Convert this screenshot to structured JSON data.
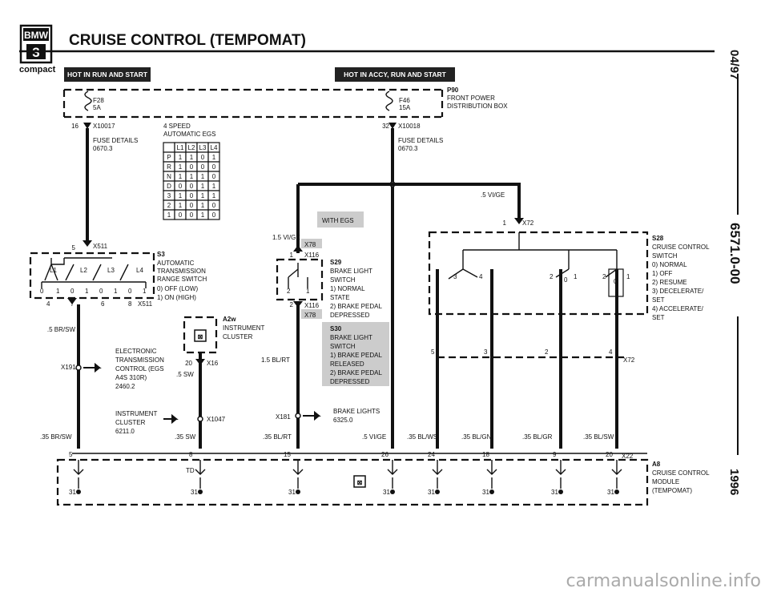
{
  "header": {
    "logo_line1": "BMW",
    "logo_line2": "3",
    "logo_sub": "compact",
    "title": "CRUISE CONTROL (TEMPOMAT)"
  },
  "side": {
    "date": "04/97",
    "code": "6571.0-00",
    "year": "1996"
  },
  "banners": {
    "left": "HOT IN RUN AND START",
    "right": "HOT IN ACCY, RUN AND START"
  },
  "power": {
    "p90": [
      "P90",
      "FRONT POWER",
      "DISTRIBUTION BOX"
    ],
    "f28": [
      "F28",
      "5A"
    ],
    "f46": [
      "F46",
      "15A"
    ],
    "pin16": "16",
    "x10017": "X10017",
    "pin32": "32",
    "x10018": "X10018",
    "fuse_details": "FUSE DETAILS",
    "fuse_ref": "0670.3"
  },
  "egs": {
    "title1": "4 SPEED",
    "title2": "AUTOMATIC EGS",
    "table": {
      "headers": [
        "",
        "L1",
        "L2",
        "L3",
        "L4"
      ],
      "rows": [
        [
          "P",
          "1",
          "1",
          "0",
          "1"
        ],
        [
          "R",
          "1",
          "0",
          "0",
          "0"
        ],
        [
          "N",
          "1",
          "1",
          "1",
          "0"
        ],
        [
          "D",
          "0",
          "0",
          "1",
          "1"
        ],
        [
          "3",
          "1",
          "0",
          "1",
          "1"
        ],
        [
          "2",
          "1",
          "0",
          "1",
          "0"
        ],
        [
          "1",
          "0",
          "0",
          "1",
          "0"
        ]
      ]
    }
  },
  "s3": {
    "pin5": "5",
    "x511a": "X511",
    "id": "S3",
    "lines": [
      "AUTOMATIC",
      "TRANSMISSION",
      "RANGE SWITCH",
      "0)  OFF (LOW)",
      "1)  ON (HIGH)"
    ],
    "l1": "L1",
    "l2": "L2",
    "l3": "L3",
    "l4": "L4",
    "pin4": "4",
    "pin7": "7",
    "pin6": "6",
    "pin8": "8",
    "x511b": "X511",
    "p0a": "0",
    "p1a": "1",
    "p0b": "0",
    "p1b": "1",
    "p0c": "0",
    "p1c": "1",
    "p0d": "0",
    "p1d": "1",
    "wire": ".5 BR/SW"
  },
  "a2w": {
    "id": "A2w",
    "line1": "INSTRUMENT",
    "line2": "CLUSTER"
  },
  "etc": {
    "x191": "X191",
    "lines": [
      "ELECTRONIC",
      "TRANSMISSION",
      "CONTROL (EGS",
      "A4S 310R)",
      "2460.2"
    ],
    "pin20": "20",
    "x16": "X16",
    "wire": ".5 SW"
  },
  "ic": {
    "lines": [
      "INSTRUMENT",
      "CLUSTER",
      "6211.0"
    ],
    "x1047": "X1047",
    "wire": ".35 SW"
  },
  "brake": {
    "wire_top": "1.5 VI/GE",
    "x78a": "X78",
    "pin1": "1",
    "x116a": "X116",
    "s29": [
      "S29",
      "BRAKE LIGHT",
      "SWITCH",
      "1)   NORMAL",
      "      STATE",
      "2)   BRAKE PEDAL",
      "      DEPRESSED"
    ],
    "sw2": "2",
    "sw1": "1",
    "pin2": "2",
    "x116b": "X116",
    "x78b": "X78",
    "with_egs": "WITH EGS",
    "s30": [
      "S30",
      "BRAKE LIGHT",
      "SWITCH",
      "1)   BRAKE PEDAL",
      "      RELEASED",
      "2)   BRAKE PEDAL",
      "      DEPRESSED"
    ],
    "wire_mid": "1.5 BL/RT",
    "x181": "X181",
    "lights": [
      "BRAKE LIGHTS",
      "6325.0"
    ]
  },
  "s28": {
    "wire": ".5 VI/GE",
    "pin1": "1",
    "x72a": "X72",
    "lines": [
      "S28",
      "CRUISE CONTROL",
      "SWITCH",
      "0)  NORMAL",
      "1)  OFF",
      "2)  RESUME",
      "3)  DECELERATE/",
      "     SET",
      "4)  ACCELERATE/",
      "     SET"
    ],
    "c3": "3",
    "c4": "4",
    "c2a": "2",
    "c0a": "0",
    "c1a": "1",
    "c2b": "2",
    "c0b": "0",
    "c1b": "1",
    "p5": "5",
    "p3": "3",
    "p2": "2",
    "p4": "4",
    "x72b": "X72"
  },
  "bottom": {
    "w_brsw": ".35 BR/SW",
    "w_sw": ".35 SW",
    "w_blrt": ".35 BL/RT",
    "w_vige": ".5 VI/GE",
    "w_blws": ".35 BL/WS",
    "w_blgn": ".35 BL/GN",
    "w_blgr": ".35 BL/GR",
    "w_blsw": ".35 BL/SW",
    "p5": "5",
    "p8": "8",
    "p15": "15",
    "p26": "26",
    "p24": "24",
    "p18": "18",
    "p9": "9",
    "p20": "20",
    "x22": "X22",
    "td": "TD",
    "p31": "31",
    "a8": [
      "A8",
      "CRUISE CONTROL",
      "MODULE",
      "(TEMPOMAT)"
    ]
  },
  "watermark": "carmanualsonline.info"
}
